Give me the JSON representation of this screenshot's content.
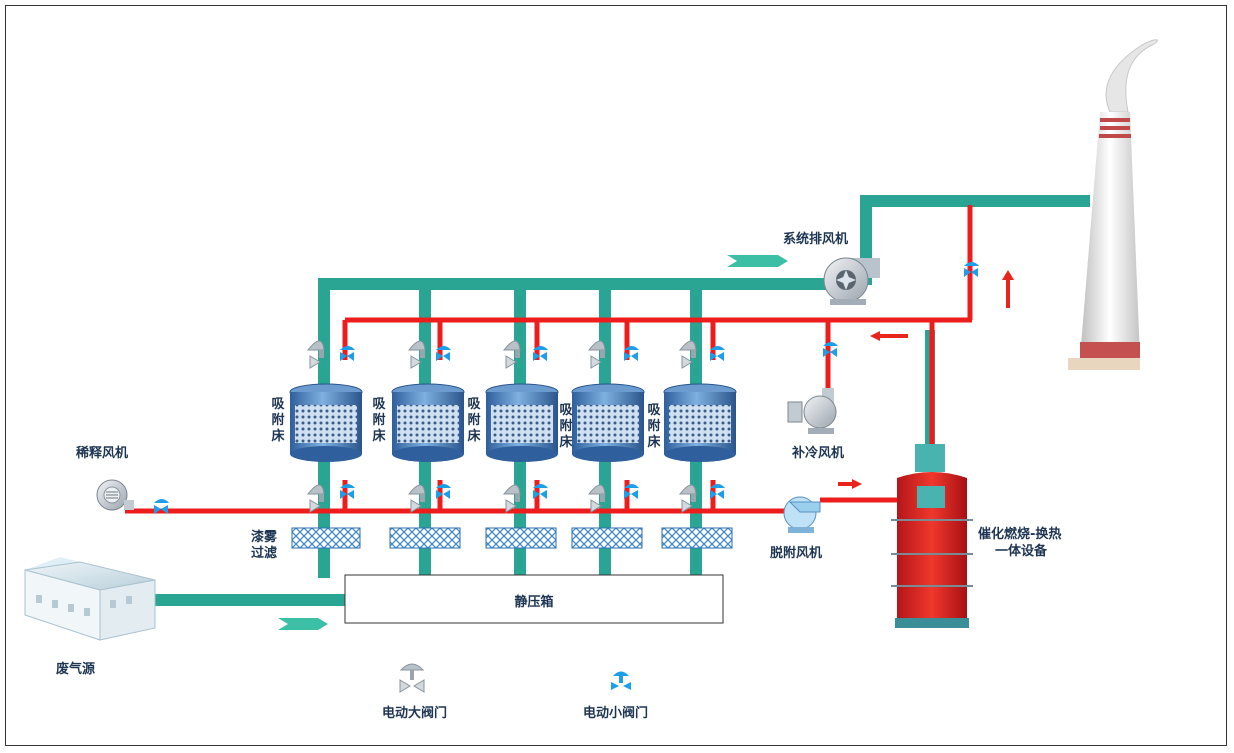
{
  "labels": {
    "system_exhaust_fan": "系统排风机",
    "dilution_fan": "稀释风机",
    "cooling_fan": "补冷风机",
    "desorption_fan": "脱附风机",
    "catalytic_unit_line1": "催化燃烧-换热",
    "catalytic_unit_line2": "一体设备",
    "paint_mist_filter_line1": "漆雾",
    "paint_mist_filter_line2": "过滤",
    "static_pressure_box": "静压箱",
    "waste_gas_source": "废气源",
    "adsorption_bed": "吸附床"
  },
  "legend": {
    "large_valve": "电动大阀门",
    "small_valve": "电动小阀门"
  },
  "colors": {
    "main_duct": "#2aa594",
    "hot_pipe": "#ee1d1d",
    "valve_blue": "#1d9ee8",
    "bed_blue": "#3f79b8",
    "catalytic_red": "#e52b24",
    "frame": "#333333"
  },
  "adsorption_bed_count": 5
}
